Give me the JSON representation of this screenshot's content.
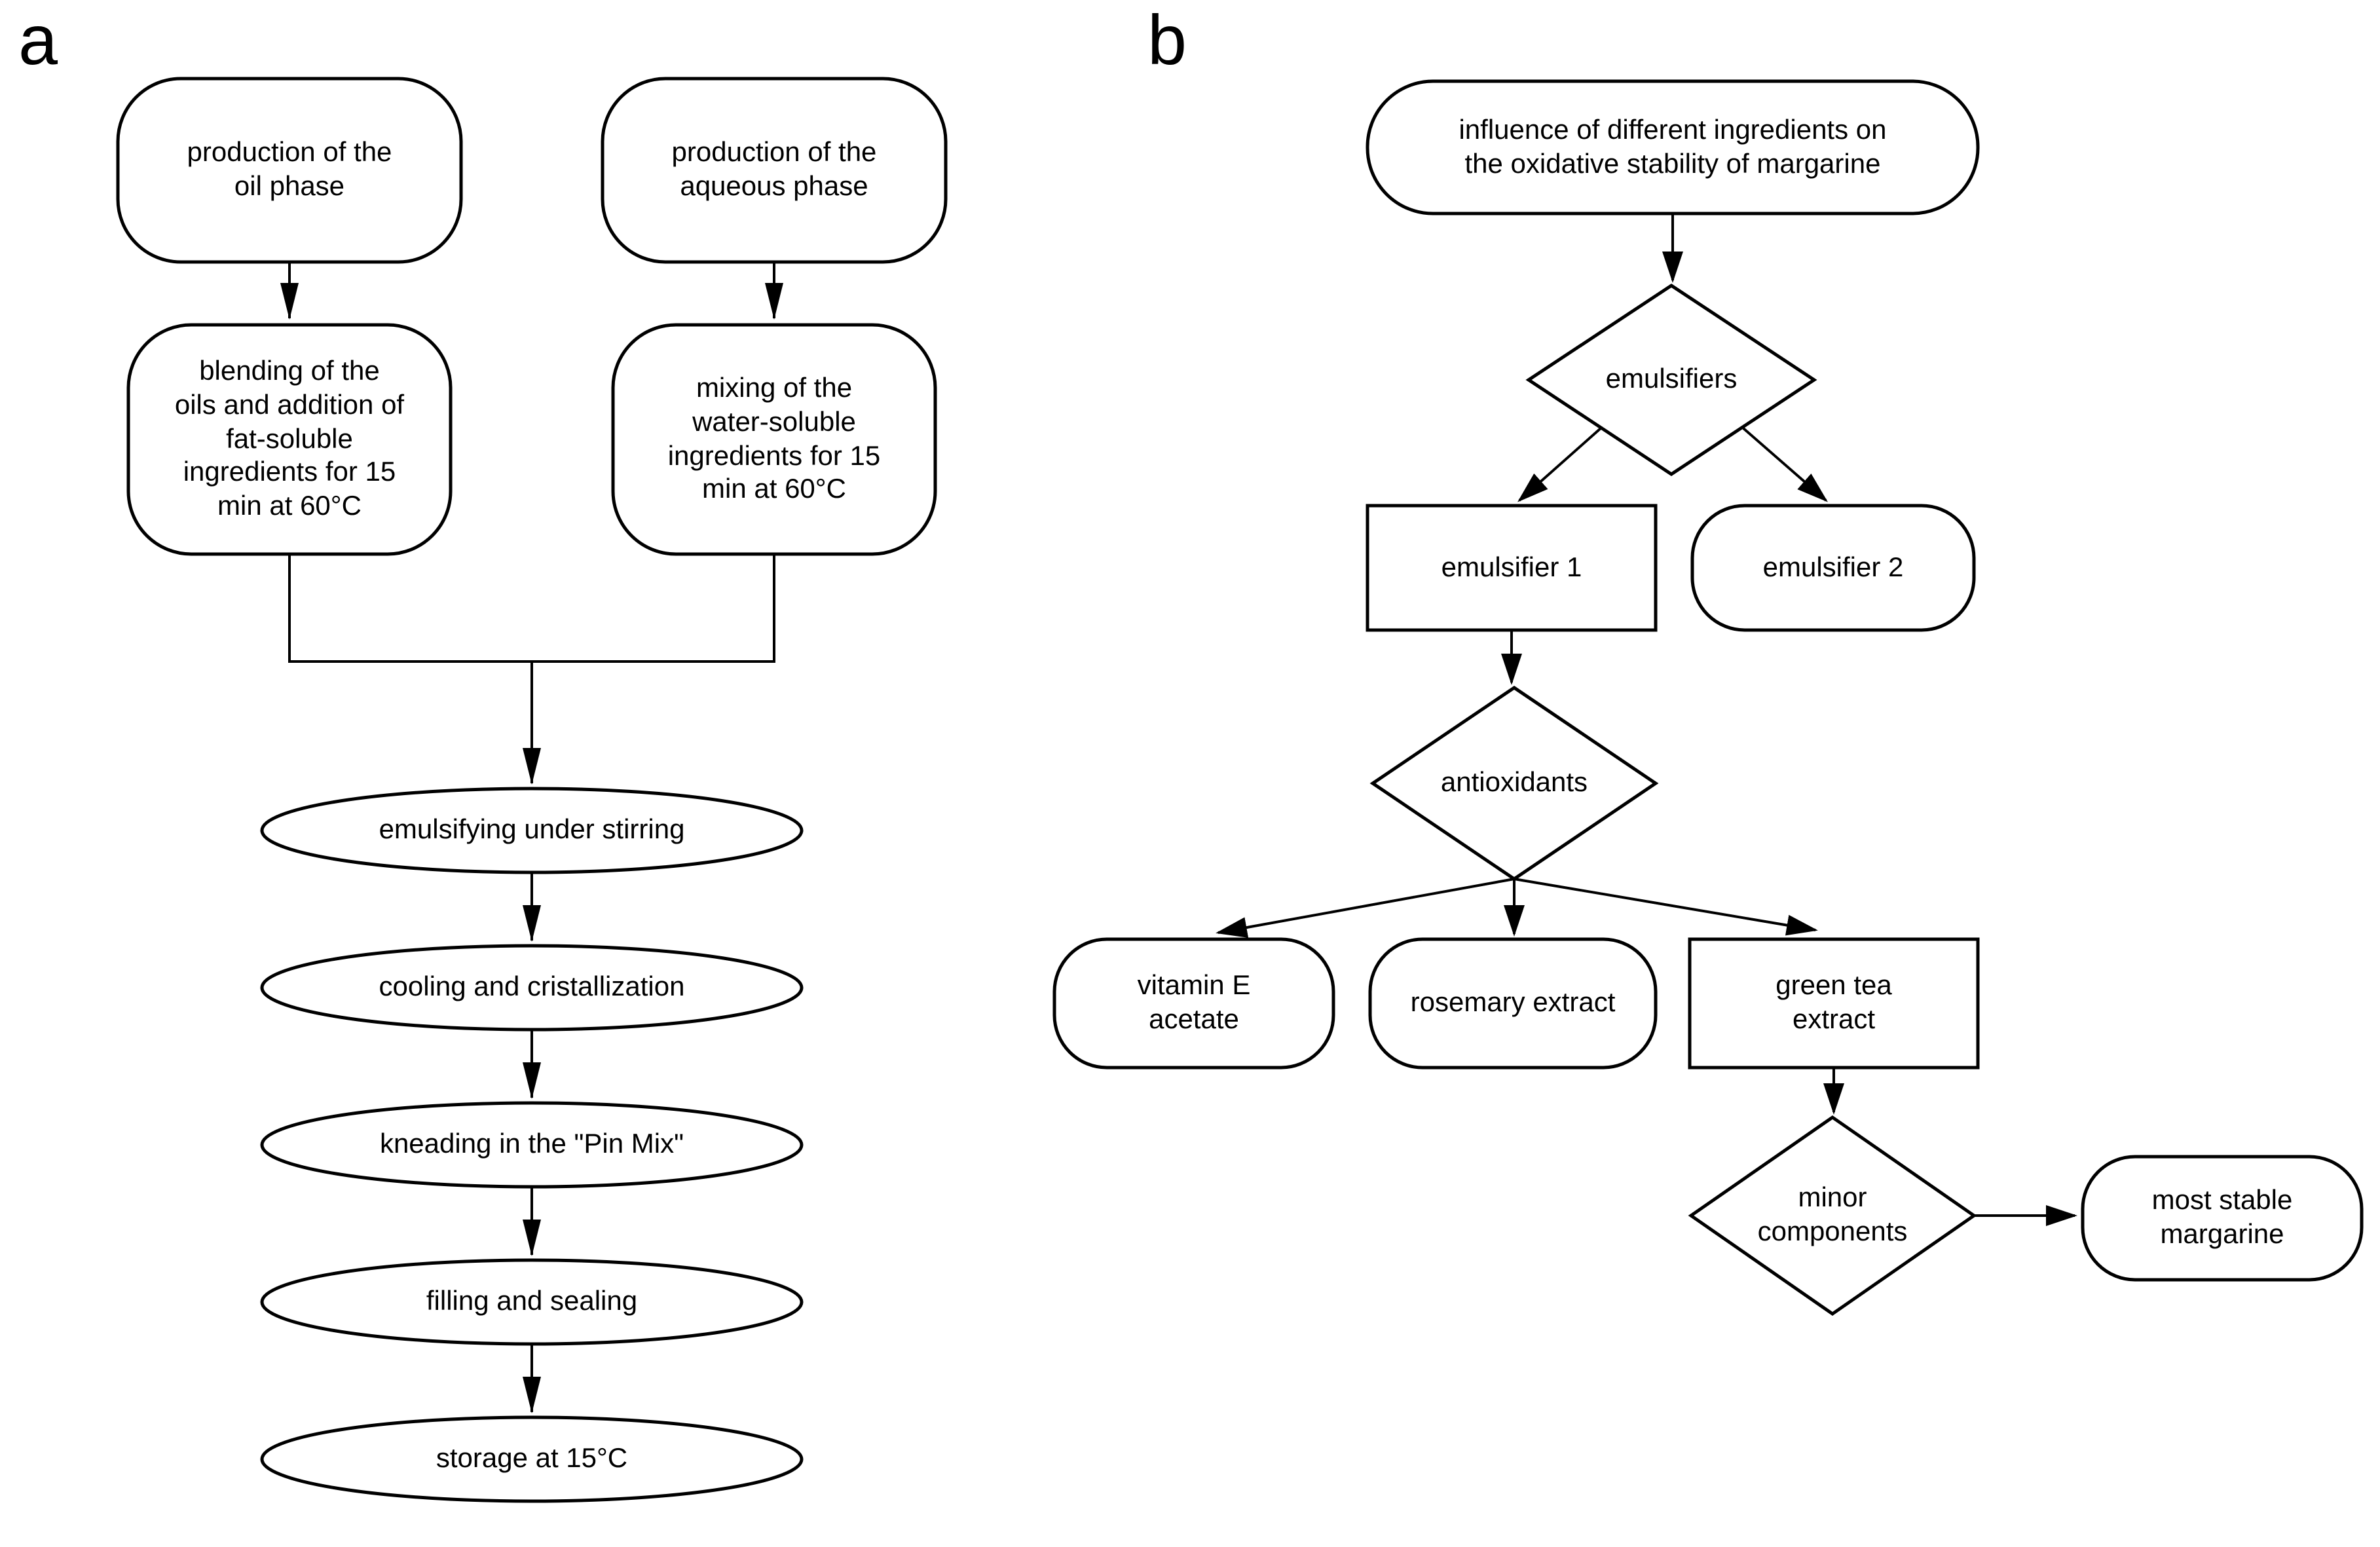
{
  "figure": {
    "type": "flowchart",
    "background": "#ffffff",
    "stroke_color": "#000000",
    "fill_color": "#ffffff",
    "panels": {
      "a": {
        "label": "a",
        "nodes": {
          "oil_phase": {
            "shape": "rounded",
            "text": "production of the\noil phase"
          },
          "aqueous_phase": {
            "shape": "rounded",
            "text": "production of the\naqueous phase"
          },
          "blending": {
            "shape": "rounded",
            "text": "blending of the\noils and addition of\nfat-soluble\ningredients for 15\nmin at 60°C"
          },
          "mixing": {
            "shape": "rounded",
            "text": "mixing of the\nwater-soluble\ningredients for 15\nmin at 60°C"
          },
          "emulsifying": {
            "shape": "ellipse",
            "text": "emulsifying under stirring"
          },
          "cooling": {
            "shape": "ellipse",
            "text": "cooling and cristallization"
          },
          "kneading": {
            "shape": "ellipse",
            "text": "kneading in the \"Pin Mix\""
          },
          "filling": {
            "shape": "ellipse",
            "text": "filling and sealing"
          },
          "storage": {
            "shape": "ellipse",
            "text": "storage at 15°C"
          }
        },
        "edges": [
          {
            "from": "oil_phase",
            "to": "blending"
          },
          {
            "from": "aqueous_phase",
            "to": "mixing"
          },
          {
            "from": "blending",
            "to": "emulsifying",
            "via": "merge"
          },
          {
            "from": "mixing",
            "to": "emulsifying",
            "via": "merge"
          },
          {
            "from": "emulsifying",
            "to": "cooling"
          },
          {
            "from": "cooling",
            "to": "kneading"
          },
          {
            "from": "kneading",
            "to": "filling"
          },
          {
            "from": "filling",
            "to": "storage"
          }
        ]
      },
      "b": {
        "label": "b",
        "nodes": {
          "influence": {
            "shape": "rounded",
            "text": "influence of different ingredients on\nthe oxidative stability of margarine"
          },
          "emulsifiers": {
            "shape": "diamond",
            "text": "emulsifiers"
          },
          "emulsifier1": {
            "shape": "rect",
            "text": "emulsifier 1"
          },
          "emulsifier2": {
            "shape": "rounded",
            "text": "emulsifier 2"
          },
          "antioxidants": {
            "shape": "diamond",
            "text": "antioxidants"
          },
          "vitamin_e": {
            "shape": "rounded",
            "text": "vitamin E\nacetate"
          },
          "rosemary": {
            "shape": "rounded",
            "text": "rosemary extract"
          },
          "green_tea": {
            "shape": "rect",
            "text": "green tea\nextract"
          },
          "minor_components": {
            "shape": "diamond",
            "text": "minor\ncomponents"
          },
          "most_stable": {
            "shape": "rounded",
            "text": "most stable\nmargarine"
          }
        },
        "edges": [
          {
            "from": "influence",
            "to": "emulsifiers"
          },
          {
            "from": "emulsifiers",
            "to": "emulsifier1"
          },
          {
            "from": "emulsifiers",
            "to": "emulsifier2"
          },
          {
            "from": "emulsifier1",
            "to": "antioxidants"
          },
          {
            "from": "antioxidants",
            "to": "vitamin_e"
          },
          {
            "from": "antioxidants",
            "to": "rosemary"
          },
          {
            "from": "antioxidants",
            "to": "green_tea"
          },
          {
            "from": "green_tea",
            "to": "minor_components"
          },
          {
            "from": "minor_components",
            "to": "most_stable"
          }
        ]
      }
    }
  }
}
